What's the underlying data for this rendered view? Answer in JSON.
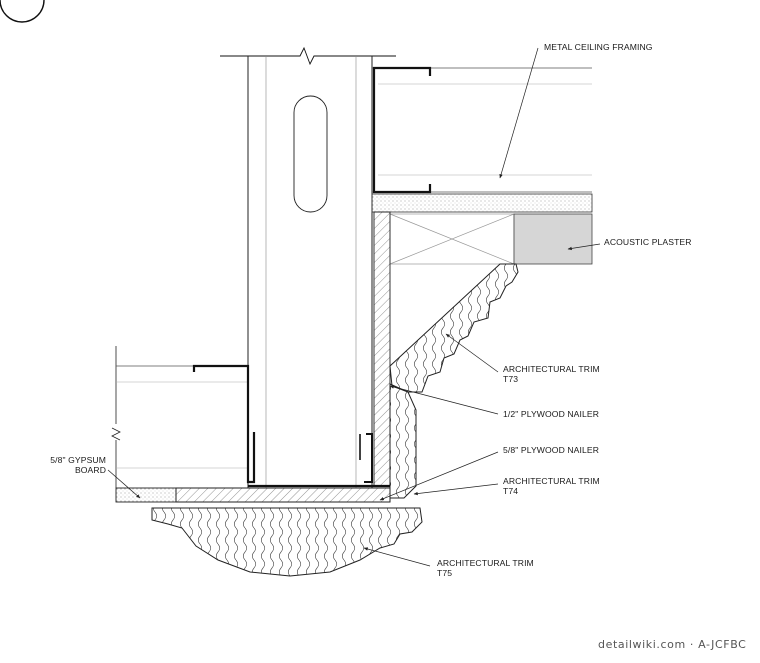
{
  "labels": {
    "metal_ceiling_framing": "METAL CEILING FRAMING",
    "acoustic_plaster": "ACOUSTIC PLASTER",
    "trim_t73_line1": "ARCHITECTURAL TRIM",
    "trim_t73_line2": "T73",
    "plywood_half": "1/2\" PLYWOOD NAILER",
    "plywood_5_8": "5/8\" PLYWOOD NAILER",
    "trim_t74_line1": "ARCHITECTURAL TRIM",
    "trim_t74_line2": "T74",
    "gypsum_line1": "5/8\" GYPSUM",
    "gypsum_line2": "BOARD",
    "trim_t75_line1": "ARCHITECTURAL TRIM",
    "trim_t75_line2": "T75"
  },
  "watermark": "detailwiki.com · A-JCFBC"
}
